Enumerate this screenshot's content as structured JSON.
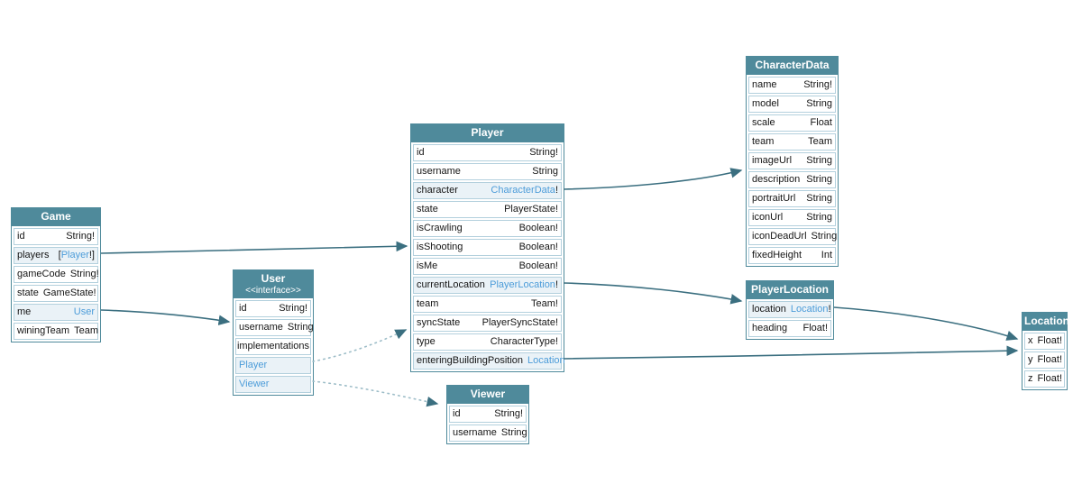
{
  "colors": {
    "header": "#4f8a9b",
    "row_border": "#b3d0dd",
    "type_link": "#4c9cd9",
    "arrow": "#3b6f80",
    "dotted_arrow": "#9dbdc8",
    "linked_row_bg": "#eaf2f7"
  },
  "nodes": {
    "game": {
      "title": "Game",
      "rows": [
        {
          "name": "id",
          "type": "String!"
        },
        {
          "name": "players",
          "type_pre": "[",
          "type_link": "Player",
          "type_post": "!]"
        },
        {
          "name": "gameCode",
          "type": "String!"
        },
        {
          "name": "state",
          "type": "GameState!"
        },
        {
          "name": "me",
          "type_link": "User"
        },
        {
          "name": "winingTeam",
          "type": "Team"
        }
      ]
    },
    "user": {
      "title": "User",
      "subtitle": "<<interface>>",
      "rows": [
        {
          "name": "id",
          "type": "String!"
        },
        {
          "name": "username",
          "type": "String"
        },
        {
          "name": "implementations",
          "center": true
        },
        {
          "name_link": "Player"
        },
        {
          "name_link": "Viewer"
        }
      ]
    },
    "player": {
      "title": "Player",
      "rows": [
        {
          "name": "id",
          "type": "String!"
        },
        {
          "name": "username",
          "type": "String"
        },
        {
          "name": "character",
          "type_link": "CharacterData",
          "type_post": "!"
        },
        {
          "name": "state",
          "type": "PlayerState!"
        },
        {
          "name": "isCrawling",
          "type": "Boolean!"
        },
        {
          "name": "isShooting",
          "type": "Boolean!"
        },
        {
          "name": "isMe",
          "type": "Boolean!"
        },
        {
          "name": "currentLocation",
          "type_link": "PlayerLocation",
          "type_post": "!"
        },
        {
          "name": "team",
          "type": "Team!"
        },
        {
          "name": "syncState",
          "type": "PlayerSyncState!"
        },
        {
          "name": "type",
          "type": "CharacterType!"
        },
        {
          "name": "enteringBuildingPosition",
          "type_link": "Location"
        }
      ]
    },
    "viewer": {
      "title": "Viewer",
      "rows": [
        {
          "name": "id",
          "type": "String!"
        },
        {
          "name": "username",
          "type": "String"
        }
      ]
    },
    "characterData": {
      "title": "CharacterData",
      "rows": [
        {
          "name": "name",
          "type": "String!"
        },
        {
          "name": "model",
          "type": "String"
        },
        {
          "name": "scale",
          "type": "Float"
        },
        {
          "name": "team",
          "type": "Team"
        },
        {
          "name": "imageUrl",
          "type": "String"
        },
        {
          "name": "description",
          "type": "String"
        },
        {
          "name": "portraitUrl",
          "type": "String"
        },
        {
          "name": "iconUrl",
          "type": "String"
        },
        {
          "name": "iconDeadUrl",
          "type": "String"
        },
        {
          "name": "fixedHeight",
          "type": "Int"
        }
      ]
    },
    "playerLocation": {
      "title": "PlayerLocation",
      "rows": [
        {
          "name": "location",
          "type_link": "Location",
          "type_post": "!"
        },
        {
          "name": "heading",
          "type": "Float!"
        }
      ]
    },
    "location": {
      "title": "Location",
      "rows": [
        {
          "name": "x",
          "type": "Float!"
        },
        {
          "name": "y",
          "type": "Float!"
        },
        {
          "name": "z",
          "type": "Float!"
        }
      ]
    }
  },
  "edges": [
    {
      "from": "Game.players",
      "to": "Player",
      "style": "solid"
    },
    {
      "from": "Game.me",
      "to": "User",
      "style": "solid"
    },
    {
      "from": "Player.character",
      "to": "CharacterData",
      "style": "solid"
    },
    {
      "from": "Player.currentLocation",
      "to": "PlayerLocation",
      "style": "solid"
    },
    {
      "from": "Player.enteringBuildingPosition",
      "to": "Location",
      "style": "solid"
    },
    {
      "from": "PlayerLocation.location",
      "to": "Location",
      "style": "solid"
    },
    {
      "from": "User",
      "to": "Player",
      "style": "dotted"
    },
    {
      "from": "User",
      "to": "Viewer",
      "style": "dotted"
    }
  ]
}
